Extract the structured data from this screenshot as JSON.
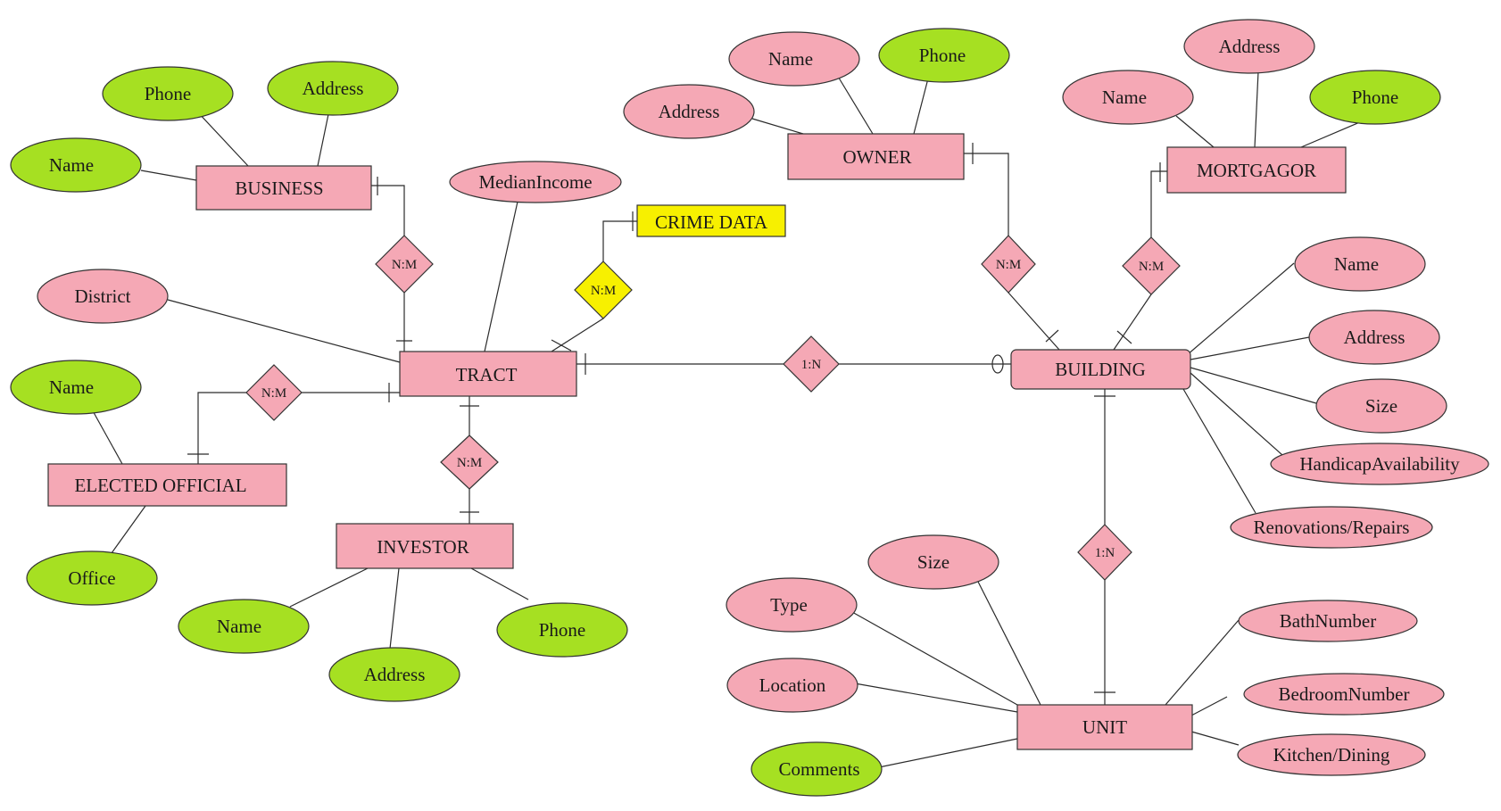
{
  "palette": {
    "pink": "#f5a8b5",
    "green": "#a6e022",
    "yellow": "#f7f000",
    "line": "#2b2b2b"
  },
  "entities": {
    "business": "BUSINESS",
    "tract": "TRACT",
    "crime_data": "CRIME DATA",
    "elected_official": "ELECTED OFFICIAL",
    "investor": "INVESTOR",
    "owner": "OWNER",
    "mortgagor": "MORTGAGOR",
    "building": "BUILDING",
    "unit": "UNIT"
  },
  "relationships": {
    "business_tract": "N:M",
    "tract_crime": "N:M",
    "official_tract": "N:M",
    "tract_investor": "N:M",
    "tract_building": "1:N",
    "owner_building": "N:M",
    "mortgagor_building": "N:M",
    "building_unit": "1:N"
  },
  "attributes": {
    "business_phone": "Phone",
    "business_address": "Address",
    "business_name": "Name",
    "tract_median_income": "MedianIncome",
    "tract_district": "District",
    "official_name": "Name",
    "official_office": "Office",
    "investor_name": "Name",
    "investor_address": "Address",
    "investor_phone": "Phone",
    "owner_name": "Name",
    "owner_phone": "Phone",
    "owner_address": "Address",
    "mortgagor_address": "Address",
    "mortgagor_name": "Name",
    "mortgagor_phone": "Phone",
    "building_name": "Name",
    "building_address": "Address",
    "building_size": "Size",
    "building_handicap": "HandicapAvailability",
    "building_renovations": "Renovations/Repairs",
    "unit_size": "Size",
    "unit_type": "Type",
    "unit_location": "Location",
    "unit_comments": "Comments",
    "unit_bath": "BathNumber",
    "unit_bedroom": "BedroomNumber",
    "unit_kitchen": "Kitchen/Dining"
  }
}
